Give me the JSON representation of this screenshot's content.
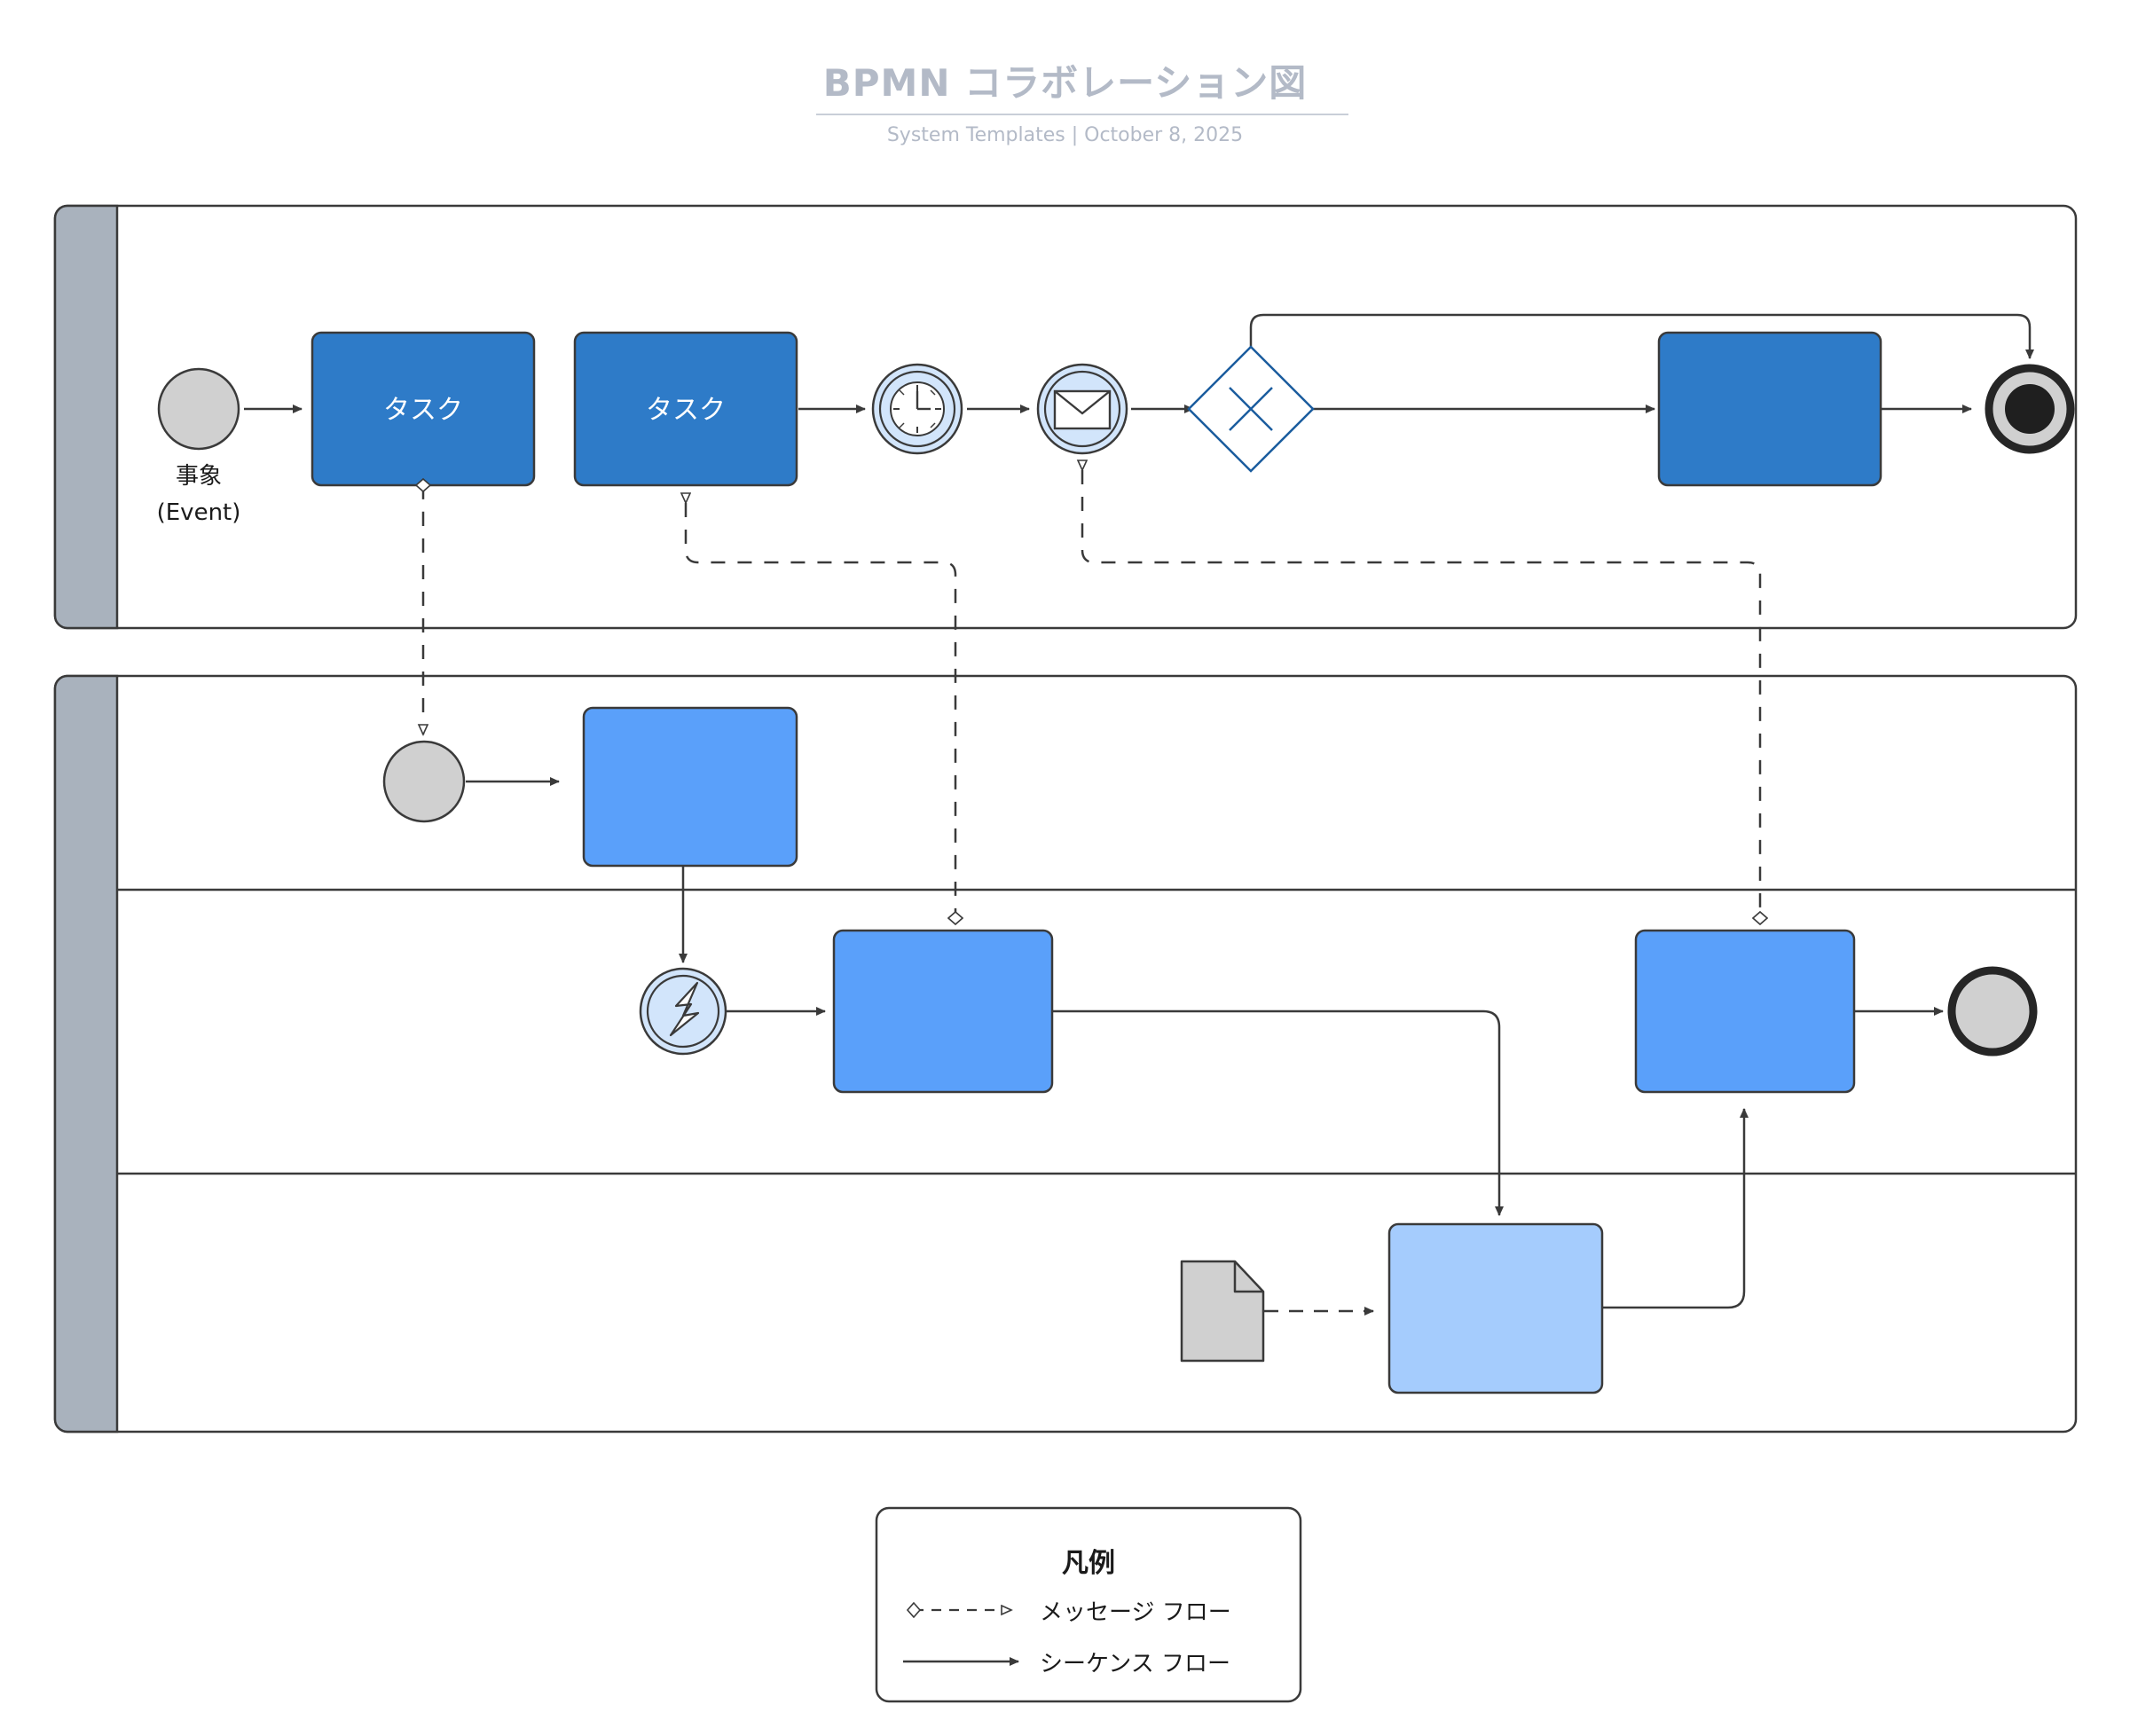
{
  "header": {
    "title": "BPMN コラボレーション図",
    "subtitle": "System Templates  |  October 8, 2025"
  },
  "theme": {
    "title_color": "#b3bac7",
    "pool_header_fill": "#a9b2bd",
    "pool_border": "#3a3a3a",
    "task_dark_blue": "#2e7bc8",
    "task_mid_blue": "#5aa0fa",
    "task_light_blue": "#a5ccfd",
    "event_gray_fill": "#d0d0d0",
    "event_light_blue_fill": "#d2e5fb",
    "gateway_stroke": "#1a5c9e",
    "data_object_fill": "#d0d0d0",
    "flow_stroke": "#3a3a3a"
  },
  "pools": [
    {
      "id": "pool-1",
      "label": "",
      "lanes": [
        {
          "id": "pool-1-lane-1",
          "label": ""
        }
      ],
      "nodes": [
        {
          "id": "start-event-1",
          "type": "start-event",
          "label": "事象\n(Event)",
          "label_line1": "事象",
          "label_line2": "(Event)"
        },
        {
          "id": "task-1",
          "type": "task",
          "label": "タスク"
        },
        {
          "id": "task-2",
          "type": "task",
          "label": "タスク"
        },
        {
          "id": "timer-event-1",
          "type": "timer-intermediate-event",
          "label": ""
        },
        {
          "id": "message-event-1",
          "type": "message-intermediate-event",
          "label": ""
        },
        {
          "id": "gateway-1",
          "type": "exclusive-gateway",
          "label": ""
        },
        {
          "id": "task-3",
          "type": "task",
          "label": ""
        },
        {
          "id": "end-event-1",
          "type": "end-event",
          "label": ""
        }
      ]
    },
    {
      "id": "pool-2",
      "label": "",
      "lanes": [
        {
          "id": "pool-2-lane-1",
          "label": ""
        },
        {
          "id": "pool-2-lane-2",
          "label": ""
        },
        {
          "id": "pool-2-lane-3",
          "label": ""
        }
      ],
      "nodes": [
        {
          "id": "start-event-2",
          "type": "start-event",
          "label": ""
        },
        {
          "id": "task-4",
          "type": "task",
          "label": ""
        },
        {
          "id": "signal-event-1",
          "type": "signal-intermediate-event",
          "label": ""
        },
        {
          "id": "task-5",
          "type": "task",
          "label": ""
        },
        {
          "id": "task-6",
          "type": "task",
          "label": ""
        },
        {
          "id": "task-7",
          "type": "task",
          "label": ""
        },
        {
          "id": "data-object-1",
          "type": "data-object",
          "label": ""
        },
        {
          "id": "end-event-2",
          "type": "end-event",
          "label": ""
        }
      ]
    }
  ],
  "legend": {
    "title": "凡例",
    "items": [
      {
        "id": "legend-message-flow",
        "label": "メッセージ フロー",
        "style": "dashed"
      },
      {
        "id": "legend-sequence-flow",
        "label": "シーケンス フロー",
        "style": "solid"
      }
    ]
  }
}
